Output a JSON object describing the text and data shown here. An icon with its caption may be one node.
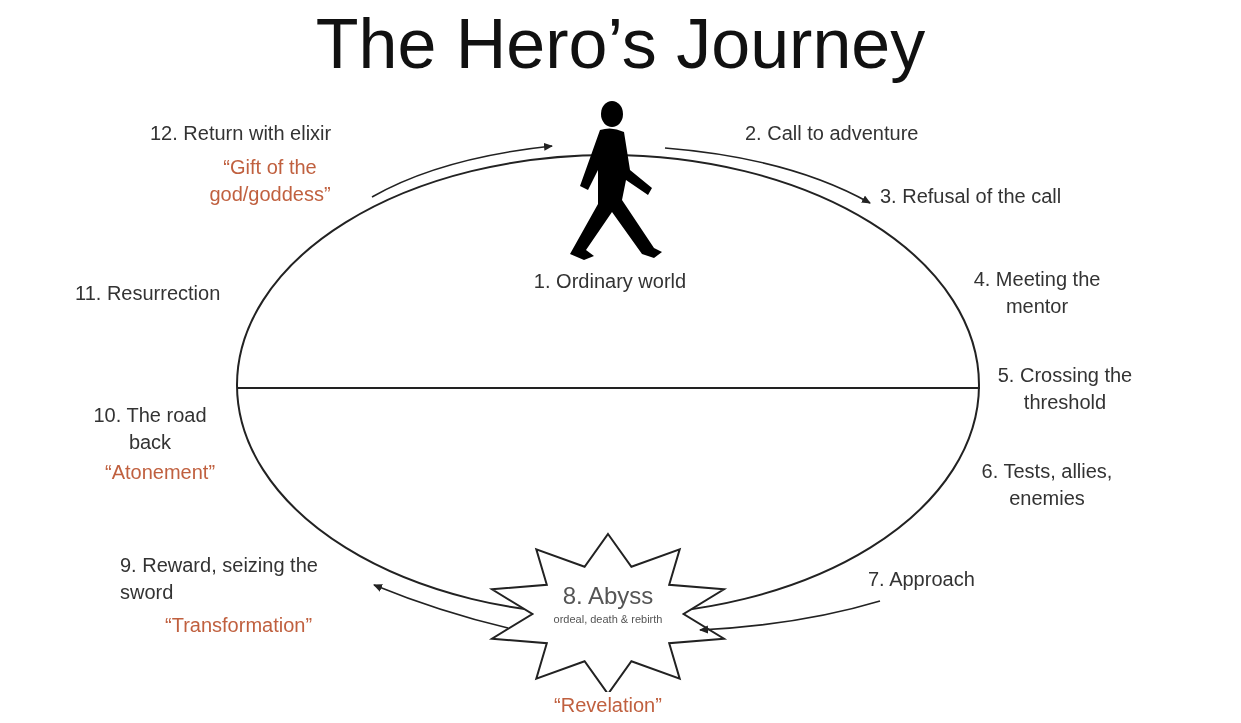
{
  "diagram": {
    "title": "The Hero’s Journey",
    "nodes": [
      {
        "text": [],
        "shape": "person",
        "beside": [
          "1. Ordinary world"
        ]
      },
      {
        "text": [
          "3. Refusal of the call"
        ]
      },
      {
        "text": [
          "7. Approach"
        ]
      },
      {
        "text": [
          "8. Abyss",
          "ordeal, death & rebirth"
        ],
        "beside": [
          "“Revelation”"
        ]
      },
      {
        "text": [
          "9. Reward, seizing the sword",
          "“Transformation”"
        ]
      },
      {
        "text": [
          "12. Return with elixir",
          "“Gift of the god/goddess”"
        ]
      }
    ],
    "edges": [
      {
        "from": 5,
        "to": 0,
        "arrow": "to"
      },
      {
        "from": 0,
        "to": 1,
        "arrow": "to"
      },
      {
        "from": 2,
        "to": 3,
        "arrow": "to"
      },
      {
        "from": 3,
        "to": 4,
        "arrow": "to"
      }
    ],
    "labels": [
      "2. Call to adventure",
      "4. Meeting the mentor",
      "11. Resurrection",
      "5. Crossing the threshold",
      "10. The road back",
      "“Atonement”",
      "6. Tests, allies, enemies"
    ]
  }
}
